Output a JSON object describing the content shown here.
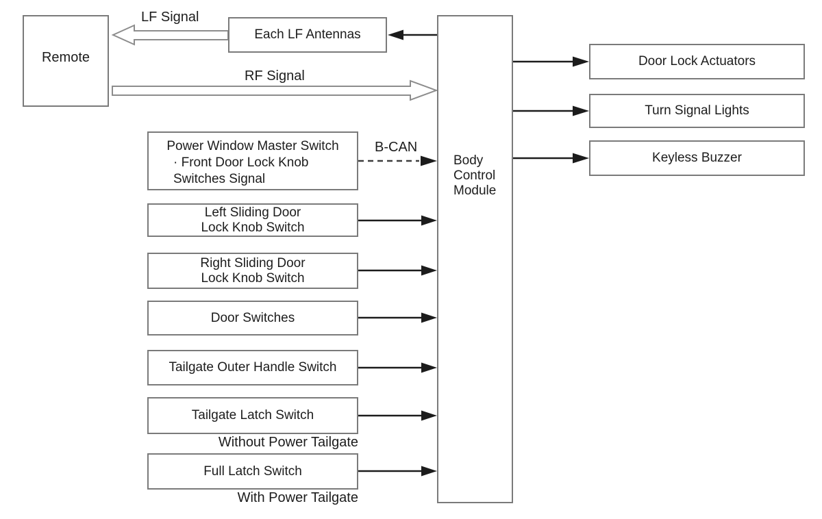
{
  "colors": {
    "background": "#ffffff",
    "box_border": "#7a7a7a",
    "text": "#1c1c1c",
    "solid_arrow": "#1c1c1c",
    "hollow_arrow_outline": "#8c8c8c"
  },
  "nodes": {
    "remote": {
      "label": "Remote"
    },
    "each_lf_antennas": {
      "label": "Each LF Antennas"
    },
    "body_control_module": {
      "lines": [
        "Body",
        "Control",
        "Module"
      ]
    },
    "power_window_master_switch": {
      "title": "Power Window Master Switch",
      "detail_lines": [
        "· Front Door Lock Knob",
        "Switches Signal"
      ]
    },
    "left_sliding_door": {
      "lines": [
        "Left Sliding Door",
        "Lock Knob Switch"
      ]
    },
    "right_sliding_door": {
      "lines": [
        "Right Sliding Door",
        "Lock Knob Switch"
      ]
    },
    "door_switches": {
      "label": "Door Switches"
    },
    "tailgate_outer_handle_switch": {
      "label": "Tailgate Outer Handle Switch"
    },
    "tailgate_latch_switch": {
      "label": "Tailgate Latch Switch"
    },
    "full_latch_switch": {
      "label": "Full Latch Switch"
    },
    "door_lock_actuators": {
      "label": "Door Lock Actuators"
    },
    "turn_signal_lights": {
      "label": "Turn Signal Lights"
    },
    "keyless_buzzer": {
      "label": "Keyless Buzzer"
    }
  },
  "labels": {
    "lf_signal": "LF Signal",
    "rf_signal": "RF Signal",
    "b_can": "B-CAN",
    "without_power_tailgate": "Without Power Tailgate",
    "with_power_tailgate": "With Power Tailgate"
  }
}
